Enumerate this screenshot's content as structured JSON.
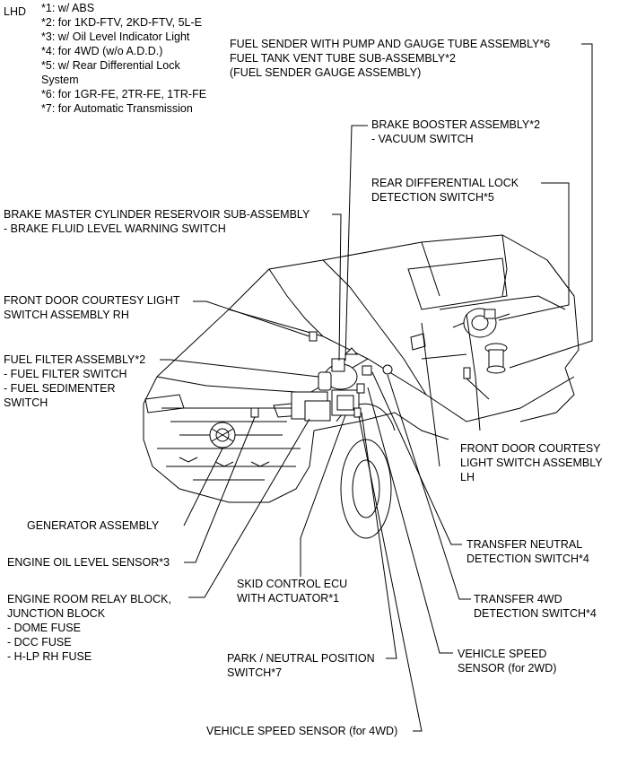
{
  "header": {
    "region": "LHD"
  },
  "notes": [
    "*1: w/ ABS",
    "*2: for 1KD-FTV, 2KD-FTV, 5L-E",
    "*3: w/ Oil Level Indicator Light",
    "*4: for 4WD (w/o A.D.D.)",
    "*5: w/ Rear Differential Lock",
    "System",
    "*6: for 1GR-FE, 2TR-FE, 1TR-FE",
    "*7: for Automatic Transmission"
  ],
  "labels": {
    "fuel_sender": [
      "FUEL SENDER WITH PUMP AND GAUGE TUBE ASSEMBLY*6",
      "FUEL TANK VENT TUBE SUB-ASSEMBLY*2",
      "(FUEL SENDER GAUGE ASSEMBLY)"
    ],
    "brake_booster": [
      "BRAKE BOOSTER ASSEMBLY*2",
      "- VACUUM SWITCH"
    ],
    "rear_diff_lock": [
      "REAR DIFFERENTIAL LOCK",
      "DETECTION SWITCH*5"
    ],
    "brake_master": [
      "BRAKE MASTER CYLINDER RESERVOIR SUB-ASSEMBLY",
      "- BRAKE FLUID LEVEL WARNING SWITCH"
    ],
    "front_door_rh": [
      "FRONT DOOR COURTESY LIGHT",
      "SWITCH ASSEMBLY RH"
    ],
    "fuel_filter": [
      "FUEL FILTER ASSEMBLY*2",
      "- FUEL FILTER SWITCH",
      "- FUEL SEDIMENTER",
      "SWITCH"
    ],
    "front_door_lh": [
      "FRONT DOOR COURTESY",
      "LIGHT SWITCH ASSEMBLY",
      "LH"
    ],
    "generator": [
      "GENERATOR ASSEMBLY"
    ],
    "engine_oil": [
      "ENGINE OIL LEVEL SENSOR*3"
    ],
    "transfer_neutral": [
      "TRANSFER NEUTRAL",
      "DETECTION SWITCH*4"
    ],
    "skid_control": [
      "SKID CONTROL ECU",
      "WITH ACTUATOR*1"
    ],
    "relay_block": [
      "ENGINE ROOM RELAY BLOCK,",
      "JUNCTION BLOCK",
      "- DOME FUSE",
      "- DCC FUSE",
      "- H-LP RH FUSE"
    ],
    "transfer_4wd": [
      "TRANSFER 4WD",
      "DETECTION SWITCH*4"
    ],
    "vss_2wd": [
      "VEHICLE SPEED",
      "SENSOR (for 2WD)"
    ],
    "park_neutral": [
      "PARK / NEUTRAL POSITION",
      "SWITCH*7"
    ],
    "vss_4wd": [
      "VEHICLE SPEED SENSOR (for 4WD)"
    ]
  }
}
